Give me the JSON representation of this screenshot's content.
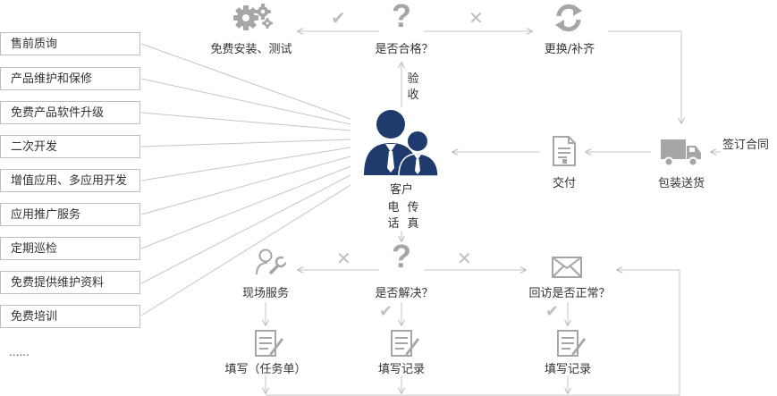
{
  "services": [
    "售前质询",
    "产品维护和保修",
    "免费产品软件升级",
    "二次开发",
    "增值应用、多应用开发",
    "应用推广服务",
    "定期巡检",
    "免费提供维护资料",
    "免费培训"
  ],
  "services_more": "......",
  "top": {
    "install": "免费安装、测试",
    "qualified": "是否合格？",
    "replace": "更换/补齐"
  },
  "accept": "验收",
  "sign": "签订合同",
  "pack": "包装送货",
  "deliver": "交付",
  "customer": "客户",
  "phone": "电话",
  "fax": "传真",
  "bottom": {
    "onsite": "现场服务",
    "solved": "是否解决？",
    "revisit": "回访是否正常？",
    "fill_task": "填写（任务单）",
    "fill_record_1": "填写记录",
    "fill_record_2": "填写记录"
  },
  "icons": {
    "gears": "gears-icon",
    "question": "question-icon",
    "refresh": "refresh-icon",
    "truck": "truck-icon",
    "document": "document-icon",
    "customer": "customer-icon",
    "wrench_person": "wrench-person-icon",
    "mail": "mail-icon",
    "form": "form-icon",
    "check": "check-mark-icon",
    "cross": "cross-mark-icon"
  },
  "colors": {
    "navy": "#1f3b6e",
    "gray_icon": "#a6a6a6",
    "line": "#c8c8c8"
  }
}
